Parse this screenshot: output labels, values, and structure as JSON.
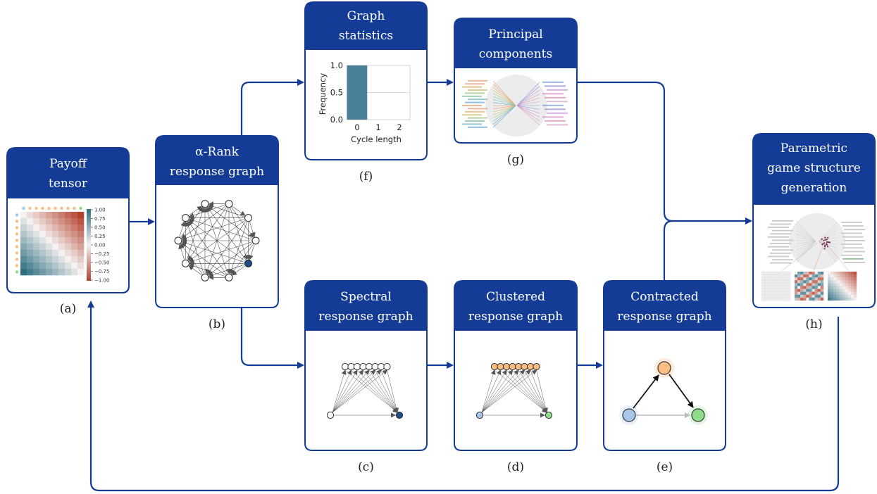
{
  "panels": {
    "a": {
      "title": [
        "Payoff",
        "tensor"
      ],
      "caption": "(a)",
      "colorbar_ticks": [
        "1.00",
        "0.75",
        "0.50",
        "0.25",
        "0.00",
        "−0.25",
        "−0.50",
        "−0.75",
        "−1.00"
      ]
    },
    "b": {
      "title": [
        "α-Rank",
        "response graph"
      ],
      "caption": "(b)"
    },
    "c": {
      "title": [
        "Spectral",
        "response graph"
      ],
      "caption": "(c)"
    },
    "d": {
      "title": [
        "Clustered",
        "response graph"
      ],
      "caption": "(d)"
    },
    "e": {
      "title": [
        "Contracted",
        "response graph"
      ],
      "caption": "(e)"
    },
    "f": {
      "title": [
        "Graph",
        "statistics"
      ],
      "caption": "(f)"
    },
    "g": {
      "title": [
        "Principal",
        "components"
      ],
      "caption": "(g)"
    },
    "h": {
      "title": [
        "Parametric",
        "game structure",
        "generation"
      ],
      "caption": "(h)"
    }
  },
  "chart_data": {
    "type": "bar",
    "categories": [
      "0",
      "1",
      "2"
    ],
    "values": [
      1.0,
      0.0,
      0.0
    ],
    "title": "",
    "xlabel": "Cycle length",
    "ylabel": "Frequency",
    "ylim": [
      0,
      1.0
    ],
    "yticks": [
      "0.0",
      "0.5",
      "1.0"
    ],
    "grid": true,
    "bar_color": "#4a7f98"
  },
  "colors": {
    "accent": "#143c96",
    "node_blue": "#a8c6ea",
    "node_orange": "#fbbf83",
    "node_green": "#8fdc8b",
    "node_dark": "#1f4e86"
  }
}
